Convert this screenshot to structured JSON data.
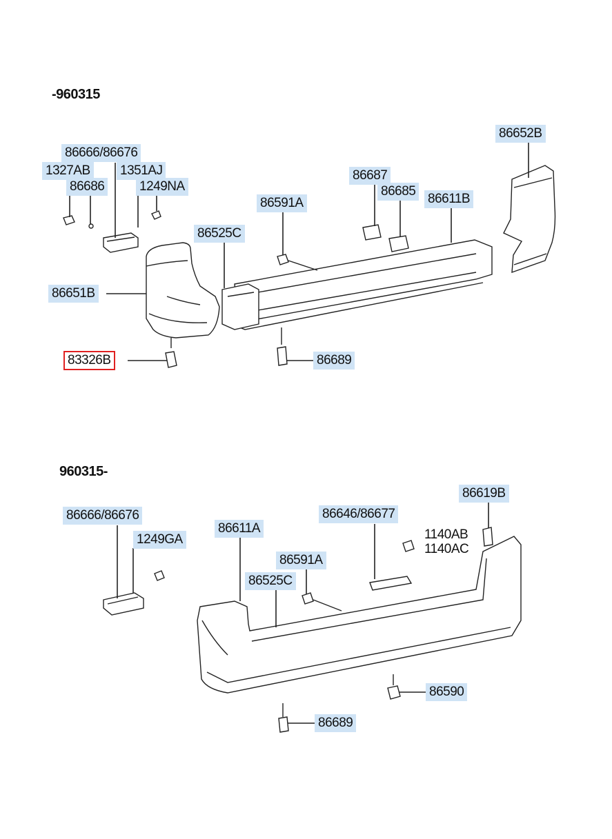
{
  "sections": [
    {
      "header": "-960315",
      "labels": [
        "86666/86676",
        "1327AB",
        "1351AJ",
        "86686",
        "1249NA",
        "86652B",
        "86687",
        "86685",
        "86611B",
        "86591A",
        "86525C",
        "86651B",
        "83326B",
        "86689"
      ]
    },
    {
      "header": "960315-",
      "labels": [
        "86666/86676",
        "1249GA",
        "86619B",
        "86646/86677",
        "1140AB",
        "1140AC",
        "86611A",
        "86591A",
        "86525C",
        "86590",
        "86689"
      ]
    }
  ],
  "selected_label": "83326B",
  "colors": {
    "label_bg": "#cfe3f5",
    "selected_border": "#e02020"
  }
}
